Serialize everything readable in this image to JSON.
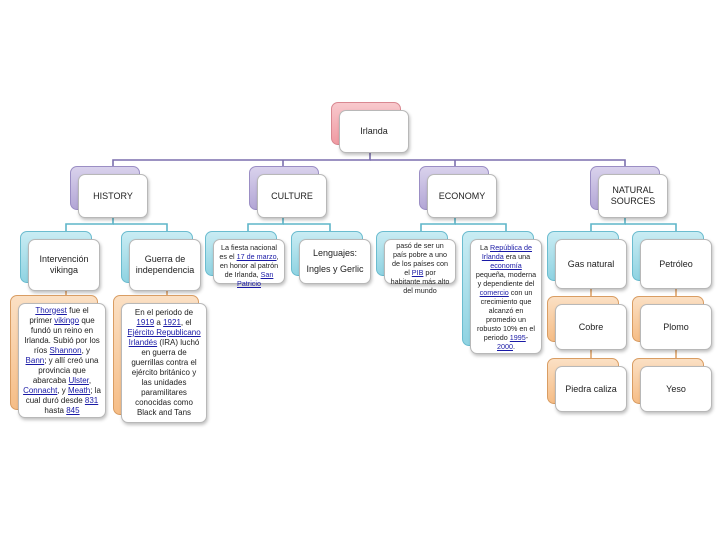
{
  "root": "Irlanda",
  "level1": {
    "history": "HISTORY",
    "culture": "CULTURE",
    "economy": "ECONOMY",
    "natural_sources": "NATURAL SOURCES"
  },
  "history": {
    "intervencion": "Intervención vikinga",
    "guerra": "Guerra de independencia",
    "intervencion_text": [
      {
        "t": "Thorgest",
        "l": true
      },
      {
        "t": " fue el primer "
      },
      {
        "t": "vikingo",
        "l": true
      },
      {
        "t": " que fundó un reino en Irlanda. Subió por los ríos "
      },
      {
        "t": "Shannon",
        "l": true
      },
      {
        "t": ", y "
      },
      {
        "t": "Bann",
        "l": true
      },
      {
        "t": "; y allí creó una provincia que abarcaba "
      },
      {
        "t": "Ulster",
        "l": true
      },
      {
        "t": ", "
      },
      {
        "t": "Connacht",
        "l": true
      },
      {
        "t": ", y "
      },
      {
        "t": "Meath",
        "l": true
      },
      {
        "t": "; la cual duró desde "
      },
      {
        "t": "831",
        "l": true
      },
      {
        "t": " hasta "
      },
      {
        "t": "845",
        "l": true
      }
    ],
    "guerra_text": [
      {
        "t": "En el periodo de "
      },
      {
        "t": "1919",
        "l": true
      },
      {
        "t": " a "
      },
      {
        "t": "1921",
        "l": true
      },
      {
        "t": ", el "
      },
      {
        "t": "Ejército Republicano Irlandés",
        "l": true
      },
      {
        "t": " (IRA) luchó en guerra de guerrillas contra el ejército británico y las unidades paramilitares conocidas como Black and Tans"
      }
    ]
  },
  "culture": {
    "fiesta_text": [
      {
        "t": "La fiesta nacional es el "
      },
      {
        "t": "17 de marzo",
        "l": true
      },
      {
        "t": ", en honor al patrón de Irlanda, "
      },
      {
        "t": "San Patricio",
        "l": true
      }
    ],
    "lenguajes_title": "Lenguajes:",
    "lenguajes_value": "Ingles y Gerlic"
  },
  "economy": {
    "pobre_text": [
      {
        "t": "pasó de ser un país pobre a uno de los países con el "
      },
      {
        "t": "PIB",
        "l": true
      },
      {
        "t": " por habitante más alto del mundo"
      }
    ],
    "republica_text": [
      {
        "t": "La "
      },
      {
        "t": "República de Irlanda",
        "l": true
      },
      {
        "t": " era una "
      },
      {
        "t": "economía",
        "l": true
      },
      {
        "t": " pequeña, moderna y dependiente del "
      },
      {
        "t": "comercio",
        "l": true
      },
      {
        "t": " con un crecimiento que alcanzó en promedio un robusto 10% en el periodo "
      },
      {
        "t": "1995",
        "l": true
      },
      {
        "t": "-"
      },
      {
        "t": "2000",
        "l": true
      },
      {
        "t": "."
      }
    ]
  },
  "natural_sources": {
    "gas_natural": "Gas natural",
    "petroleo": "Petróleo",
    "cobre": "Cobre",
    "plomo": "Plomo",
    "piedra_caliza": "Piedra caliza",
    "yeso": "Yeso"
  },
  "colors": {
    "root": "#f09aa2",
    "level1": "#b3a6d6",
    "level2": "#8fd3e2",
    "level3": "#f6bd86",
    "link": "#1a1aa6"
  }
}
